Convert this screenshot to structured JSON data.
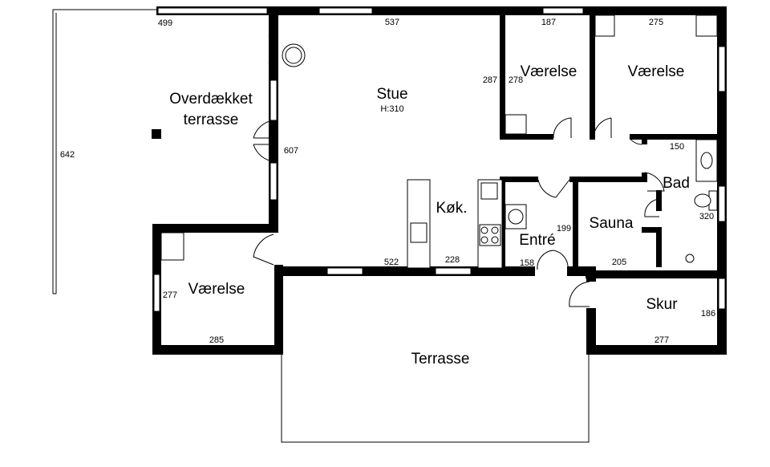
{
  "rooms": {
    "overdaekket_line1": "Overdækket",
    "overdaekket_line2": "terrasse",
    "stue": "Stue",
    "stue_height": "H:310",
    "vaerelse_1": "Værelse",
    "vaerelse_2": "Værelse",
    "vaerelse_3": "Værelse",
    "bad": "Bad",
    "koekken": "Køk.",
    "entre": "Entré",
    "sauna": "Sauna",
    "skur": "Skur",
    "terrasse": "Terrasse"
  },
  "dimensions": {
    "d499": "499",
    "d537": "537",
    "d187": "187",
    "d275": "275",
    "d287": "287",
    "d278": "278",
    "d642": "642",
    "d607": "607",
    "d150": "150",
    "d320": "320",
    "d199": "199",
    "d522": "522",
    "d228": "228",
    "d158": "158",
    "d205": "205",
    "d277a": "277",
    "d285": "285",
    "d186": "186",
    "d277b": "277"
  }
}
